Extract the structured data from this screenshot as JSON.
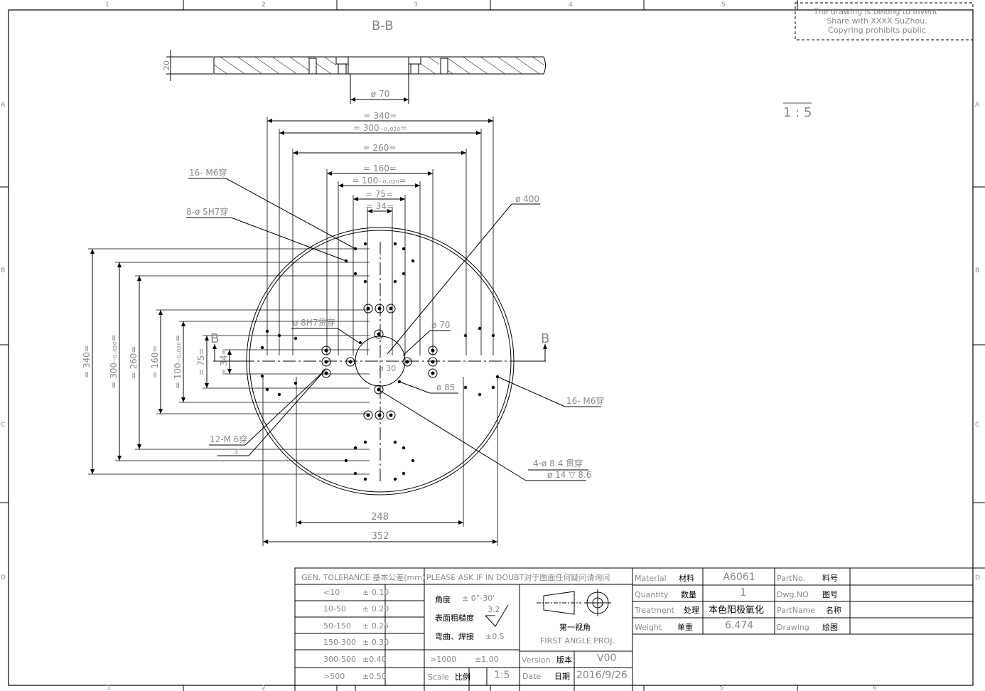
{
  "notice": {
    "lines": [
      "The drawing is belong to Invent",
      "Share with XXXX SuZhou.",
      "Copyring prohibits public"
    ]
  },
  "views": {
    "section_title": "B-B",
    "scale_note": "1 : 5",
    "section_marker": "B"
  },
  "section_dims": {
    "thickness": "20",
    "bore": "ø 70"
  },
  "dims_top": [
    {
      "text": "= 340="
    },
    {
      "text": "= 300₋₀.₀₂₀="
    },
    {
      "text": "= 260="
    },
    {
      "text": "= 160="
    },
    {
      "text": "= 100₋₀.₀₂₀="
    },
    {
      "text": "= 75="
    },
    {
      "text": "= 34="
    }
  ],
  "dims_left": [
    {
      "text": "= 340="
    },
    {
      "text": "= 300₋₀.₀₂₀="
    },
    {
      "text": "= 260="
    },
    {
      "text": "= 160="
    },
    {
      "text": "= 100₋₀.₀₂₀="
    },
    {
      "text": "= 75="
    },
    {
      "text": "= 34="
    }
  ],
  "dims_bottom": [
    "248",
    "352"
  ],
  "callouts": {
    "holes_16_m": "16- M6穿",
    "holes_8_phi5": "8-ø 5H7穿",
    "phi400": "ø 400",
    "phi8": "ø 8H7贯穿",
    "phi70": "ø 70",
    "phi30": "ø 30",
    "phi85": "ø 85",
    "holes_16_right": "16- M6穿",
    "holes_12_m6": "12-M 6穿",
    "thread_depth": "3",
    "holes_4_phi84": "4-ø 8.4 贯穿",
    "cbore": "ø 14 ▽ 8.6"
  },
  "title_block": {
    "tol_header": "GEN. TOLERANCE 基本公差(mm)",
    "ask_header": "PLEASE ASK IF IN DOUBT对于图面任何疑问请询问",
    "tol_rows": [
      {
        "range": "<10",
        "tol": "± 0.10"
      },
      {
        "range": "10-50",
        "tol": "± 0.20"
      },
      {
        "range": "50-150",
        "tol": "± 0.25"
      },
      {
        "range": "150-300",
        "tol": "± 0.30"
      },
      {
        "range": "300-500",
        "tol": "±0.40"
      },
      {
        "range": ">500",
        "tol": "±0.50"
      }
    ],
    "angle_label": "角度",
    "angle_tol": "± 0°-30'",
    "roughness_label": "表面粗糙度",
    "roughness_value": "3.2",
    "bend_label": "弯曲、焊接",
    "bend_tol": "±0.5",
    "over1000": ">1000",
    "over1000_tol": "±1.00",
    "scale_label_en": "Scale",
    "scale_label_cn": "比例",
    "scale_value": "1:5",
    "projection_cn": "第一视角",
    "projection_en": "FIRST ANGLE PROJ.",
    "version_label_en": "Version",
    "version_label_cn": "版本",
    "version_value": "V00",
    "date_label_en": "Date",
    "date_label_cn": "日期",
    "date_value": "2016/9/26",
    "material_en": "Material",
    "material_cn": "材料",
    "material_value": "A6061",
    "quantity_en": "Quantity",
    "quantity_cn": "数量",
    "quantity_value": "1",
    "treatment_en": "Treatment",
    "treatment_cn": "处理",
    "treatment_value": "本色阳极氧化",
    "weight_en": "Weight",
    "weight_cn": "单重",
    "weight_value": "6.474",
    "partno_en": "PartNo.",
    "partno_cn": "料号",
    "dwgno_en": "Dwg.NO",
    "dwgno_cn": "图号",
    "partname_en": "PartName",
    "partname_cn": "名称",
    "drawing_en": "Drawing",
    "drawing_cn": "绘图"
  },
  "border": {
    "col_marks": [
      "1",
      "2",
      "3",
      "4",
      "5",
      "6"
    ],
    "row_marks": [
      "A",
      "B",
      "C",
      "D"
    ]
  }
}
